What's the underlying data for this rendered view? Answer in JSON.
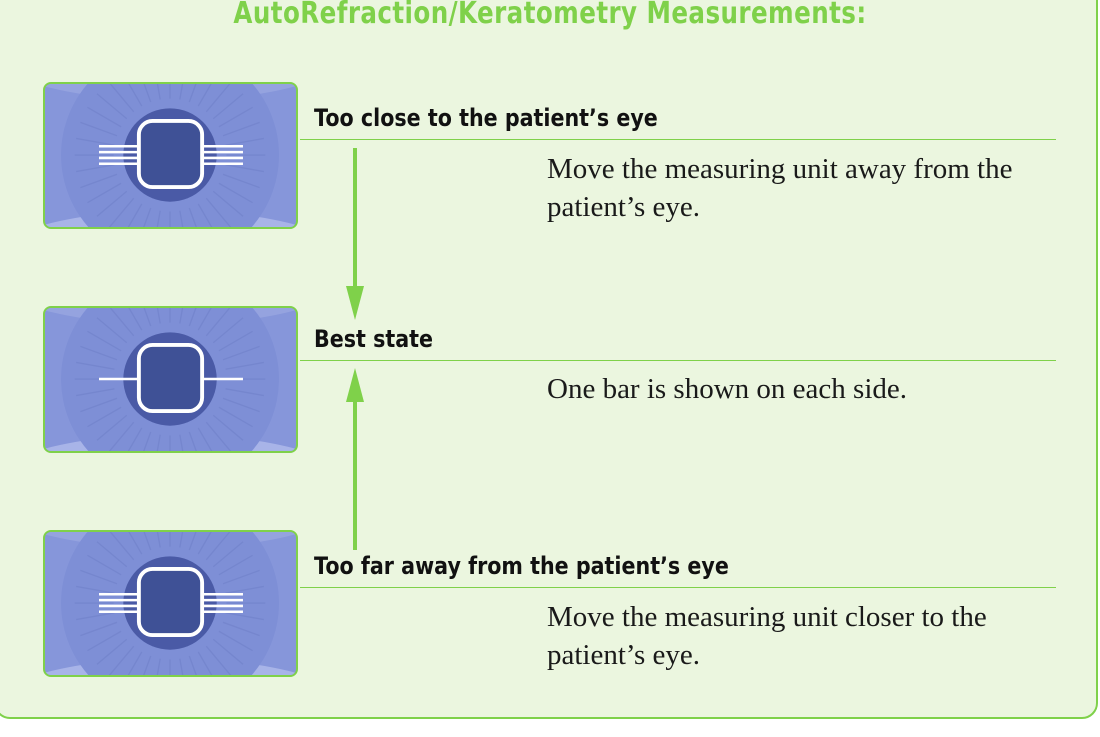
{
  "title": "AutoRefraction/Keratometry Measurements:",
  "states": [
    {
      "heading": "Too close to the patient’s eye",
      "instruction": "Move the measuring unit away from the patient’s eye.",
      "alignment_bars_per_side": 4
    },
    {
      "heading": "Best state",
      "instruction": "One bar is shown on each side.",
      "alignment_bars_per_side": 1
    },
    {
      "heading": "Too far away from the patient’s eye",
      "instruction": "Move the measuring unit closer to the patient’s eye.",
      "alignment_bars_per_side": 4
    }
  ],
  "colors": {
    "accent_green": "#7fd14a",
    "panel_background": "#ebf6df",
    "iris_blue": "#8696da",
    "pupil_blue": "#3f5196",
    "text_dark": "#111111"
  }
}
